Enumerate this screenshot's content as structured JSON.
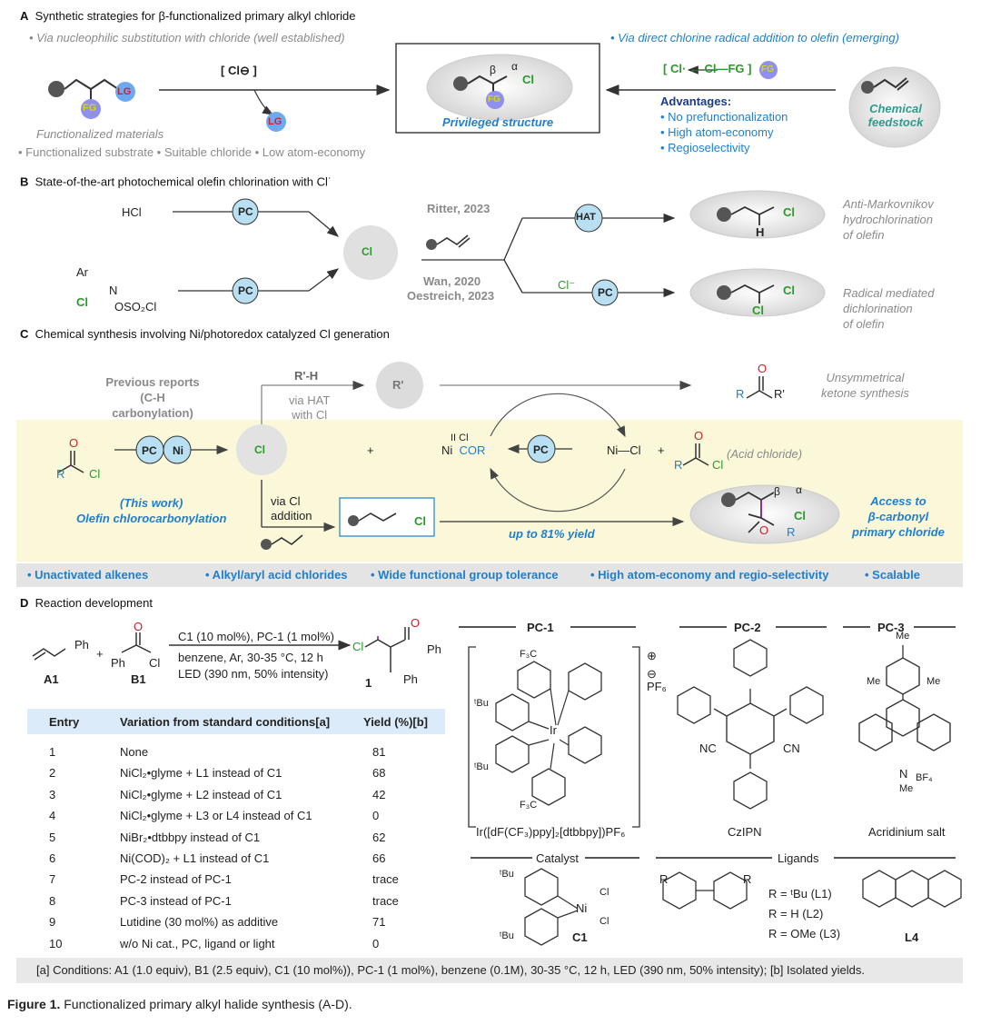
{
  "sectionA": {
    "title_letter": "A",
    "title": "Synthetic strategies for β-functionalized primary alkyl chloride",
    "left_note": "• Via nucleophilic substitution with chloride (well established)",
    "right_note": "• Via direct chlorine radical addition to olefin (emerging)",
    "reagent_box": "[ Cl⊖ ]",
    "radical_box": "[ Cl· ← Cl—FG ]",
    "lg_label": "LG",
    "fg_label": "FG",
    "center_label": "Privileged structure",
    "center_alpha": "α",
    "center_beta": "β",
    "center_cl": "Cl",
    "left_caption": "Functionalized materials",
    "left_bullets": "• Functionalized substrate • Suitable chloride • Low atom-economy",
    "advantages_title": "Advantages:",
    "advantages": [
      "• No prefunctionalization",
      "• High atom-economy",
      "• Regioselectivity"
    ],
    "feedstock_label": "Chemical feedstock"
  },
  "sectionB": {
    "title_letter": "B",
    "title": "State-of-the-art photochemical olefin chlorination with Cl",
    "reagent1": "HCl",
    "pc": "PC",
    "cl_radical": "Cl",
    "ritter": "Ritter, 2023",
    "wan": "Wan, 2020",
    "oestreich": "Oestreich, 2023",
    "hat": "HAT",
    "cl_anion": "Cl⁻",
    "product1_note": [
      "Anti-Markovnikov",
      "hydrochlorination",
      "of olefin"
    ],
    "product2_note": [
      "Radical mediated",
      "dichlorination",
      "of olefin"
    ],
    "reagent2_ar": "Ar",
    "reagent2_n": "N",
    "reagent2_cl": "Cl",
    "reagent2_oso2cl": "OSO₂Cl",
    "h_label": "H"
  },
  "sectionC": {
    "title_letter": "C",
    "title": "Chemical synthesis involving Ni/photoredox catalyzed Cl generation",
    "previous": [
      "Previous reports",
      "(C-H carbonylation)"
    ],
    "rh": "R'-H",
    "via_hat": [
      "via HAT",
      "with Cl"
    ],
    "r_radical": "R'",
    "unsym": [
      "Unsymmetrical",
      "ketone synthesis"
    ],
    "pc": "PC",
    "ni": "Ni",
    "plus": "+",
    "acid_chloride": "(Acid chloride)",
    "this_work": [
      "(This work)",
      "Olefin chlorocarbonylation"
    ],
    "via_cl": [
      "via Cl",
      "addition"
    ],
    "yield": "up to 81% yield",
    "access": [
      "Access to",
      "β-carbonyl",
      "primary chloride"
    ],
    "features": [
      "• Unactivated alkenes",
      "• Alkyl/aryl acid chlorides",
      "• Wide functional group tolerance",
      "• High atom-economy and regio-selectivity",
      "• Scalable"
    ],
    "ni_complex_1": "Ni",
    "ni_complex_1_lig": "II Cl",
    "cor": "COR",
    "ni_cl": "Ni—Cl"
  },
  "sectionD": {
    "title_letter": "D",
    "title": "Reaction development",
    "reagent_a1": "A1",
    "reagent_b1": "B1",
    "product": "1",
    "ph": "Ph",
    "cl": "Cl",
    "conditions": [
      "C1 (10 mol%), PC-1 (1 mol%)",
      "benzene, Ar, 30-35 °C, 12 h",
      "LED (390 nm, 50% intensity)"
    ],
    "table_headers": [
      "Entry",
      "Variation from standard conditions[a]",
      "Yield (%)[b]"
    ],
    "table_rows": [
      {
        "entry": "1",
        "variation": "None",
        "yield": "81"
      },
      {
        "entry": "2",
        "variation": "NiCl₂•glyme + L1 instead of C1",
        "yield": "68"
      },
      {
        "entry": "3",
        "variation": "NiCl₂•glyme + L2 instead of C1",
        "yield": "42"
      },
      {
        "entry": "4",
        "variation": "NiCl₂•glyme + L3 or L4 instead of C1",
        "yield": "0"
      },
      {
        "entry": "5",
        "variation": "NiBr₂•dtbbpy instead of C1",
        "yield": "62"
      },
      {
        "entry": "6",
        "variation": "Ni(COD)₂ + L1 instead of C1",
        "yield": "66"
      },
      {
        "entry": "7",
        "variation": "PC-2 instead of PC-1",
        "yield": "trace"
      },
      {
        "entry": "8",
        "variation": "PC-3 instead of PC-1",
        "yield": "trace"
      },
      {
        "entry": "9",
        "variation": "Lutidine (30 mol%) as additive",
        "yield": "71"
      },
      {
        "entry": "10",
        "variation": "w/o Ni cat., PC, ligand or light",
        "yield": "0"
      }
    ],
    "pc1_label": "PC-1",
    "pc2_label": "PC-2",
    "pc3_label": "PC-3",
    "pc1_name": "Ir([dF(CF₃)ppy]₂[dtbbpy])PF₆",
    "pc2_name": "CzIPN",
    "pc3_name": "Acridinium salt",
    "catalyst_label": "Catalyst",
    "ligands_label": "Ligands",
    "c1_label": "C1",
    "l4_label": "L4",
    "ligand_defs": [
      "R = ᵗBu (L1)",
      "R = H (L2)",
      "R = OMe (L3)"
    ],
    "pf6": "PF₆",
    "bf4": "BF₄",
    "me": "Me",
    "nc": "NC",
    "cn": "CN",
    "f3c": "F₃C",
    "tbu": "ᵗBu",
    "footnote": "[a] Conditions: A1 (1.0 equiv), B1 (2.5 equiv), C1 (10 mol%)), PC-1 (1 mol%), benzene (0.1M), 30-35 °C, 12 h, LED (390 nm, 50% intensity); [b] Isolated yields."
  },
  "caption": {
    "prefix": "Figure 1.",
    "text": "Functionalized primary alkyl halide synthesis (A-D)."
  },
  "colors": {
    "accent_blue": "#1e7fd0",
    "pc_bubble": "#b9e0f2",
    "fg_bubble": "#8f8ff0",
    "lg_bubble": "#6da9f0",
    "green": "#2a9a2a",
    "red": "#d0202a",
    "highlight": "#fbf8da",
    "teal": "#2d9c8e"
  }
}
